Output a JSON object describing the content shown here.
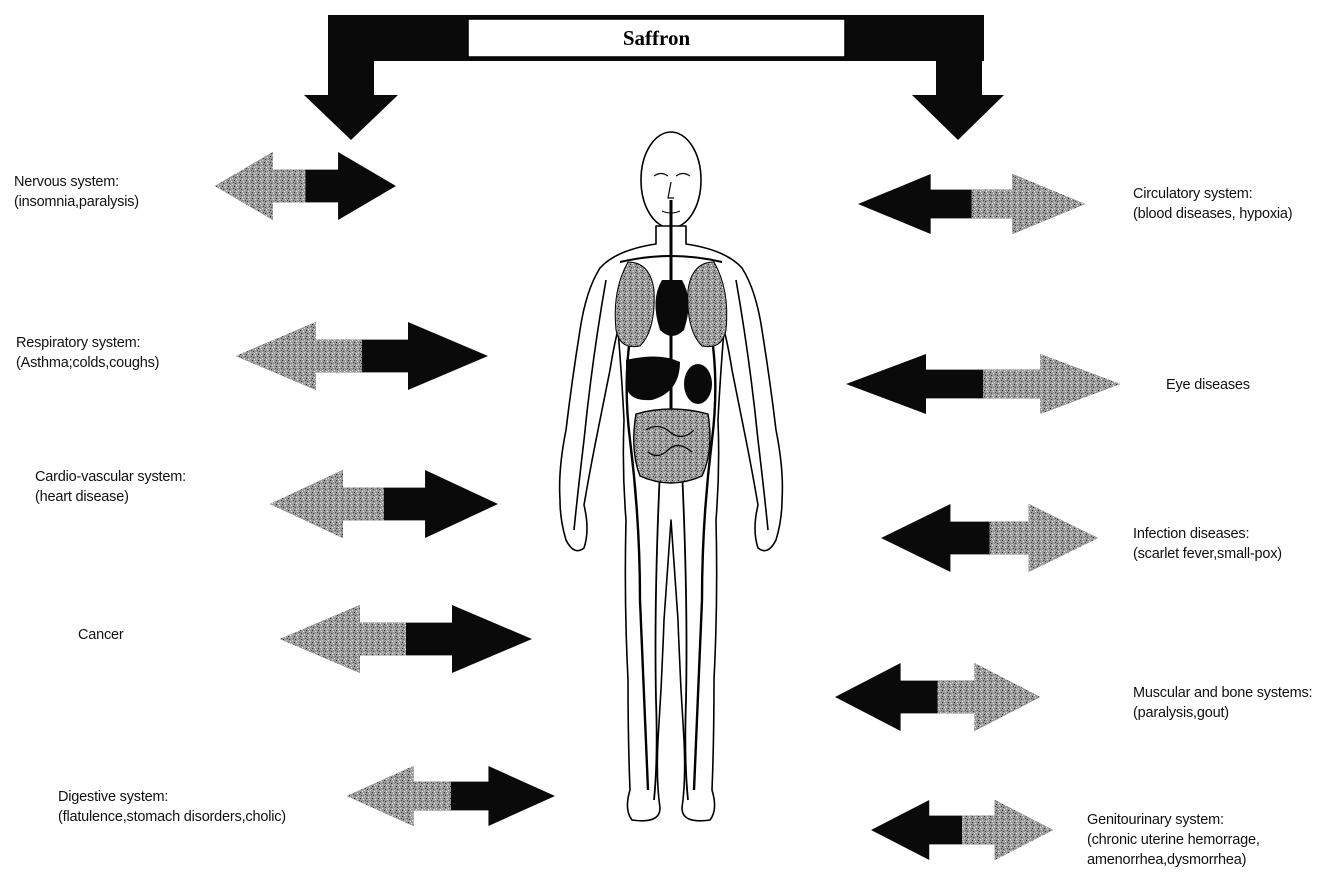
{
  "title": "Saffron",
  "left_items": [
    {
      "name": "Nervous system:",
      "detail": "(insomnia,paralysis)"
    },
    {
      "name": "Respiratory system:",
      "detail": "(Asthma;colds,coughs)"
    },
    {
      "name": "Cardio-vascular system:",
      "detail": "(heart disease)"
    },
    {
      "name": "Cancer",
      "detail": ""
    },
    {
      "name": "Digestive system:",
      "detail": "(flatulence,stomach disorders,cholic)"
    }
  ],
  "right_items": [
    {
      "name": "Circulatory system:",
      "detail": "(blood diseases, hypoxia)"
    },
    {
      "name": "Eye diseases",
      "detail": ""
    },
    {
      "name": "Infection diseases:",
      "detail": "(scarlet fever,small-pox)"
    },
    {
      "name": "Muscular and bone systems:",
      "detail": "(paralysis,gout)"
    },
    {
      "name": "Genitourinary system:",
      "detail": "(chronic uterine hemorrage,",
      "detail2": "amenorrhea,dysmorrhea)"
    }
  ],
  "colors": {
    "arrow_dark": "#0a0a0a",
    "arrow_speckle": "#8a8a8a",
    "stroke": "#000000"
  },
  "icons": [
    "human-body-figure",
    "double-headed-arrow",
    "down-arrow"
  ]
}
